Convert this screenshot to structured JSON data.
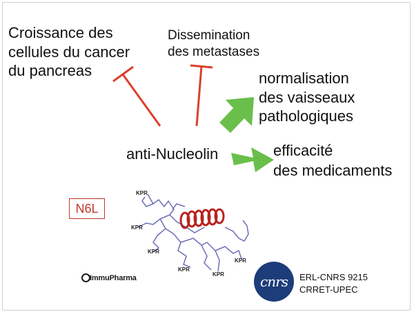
{
  "effects": {
    "croissance": [
      "Croissance des",
      "cellules du cancer",
      "du pancreas"
    ],
    "dissemination": [
      "Dissemination",
      "des metastases"
    ],
    "normalisation": [
      "normalisation",
      "des vaisseaux",
      "pathologiques"
    ],
    "efficacite": "efficacité",
    "medicaments": "des medicaments"
  },
  "center_label": "anti-Nucleolin",
  "compound_label": "N6L",
  "molecule": {
    "kpr_labels": [
      "KPR",
      "KPR",
      "KPR",
      "KPR",
      "KPR",
      "KPR"
    ]
  },
  "logos": {
    "immupharma": "ImmuPharma",
    "cnrs": "cnrs"
  },
  "affiliation": [
    "ERL-CNRS 9215",
    "CRRET-UPEC"
  ],
  "colors": {
    "inhibition": "#d9402b",
    "activation": "#6abf4b",
    "n6l": "#c0392b",
    "molecule_helix": "#b8231f",
    "molecule_chain": "#6b6fb5",
    "cnrs": "#1d3c7a"
  }
}
